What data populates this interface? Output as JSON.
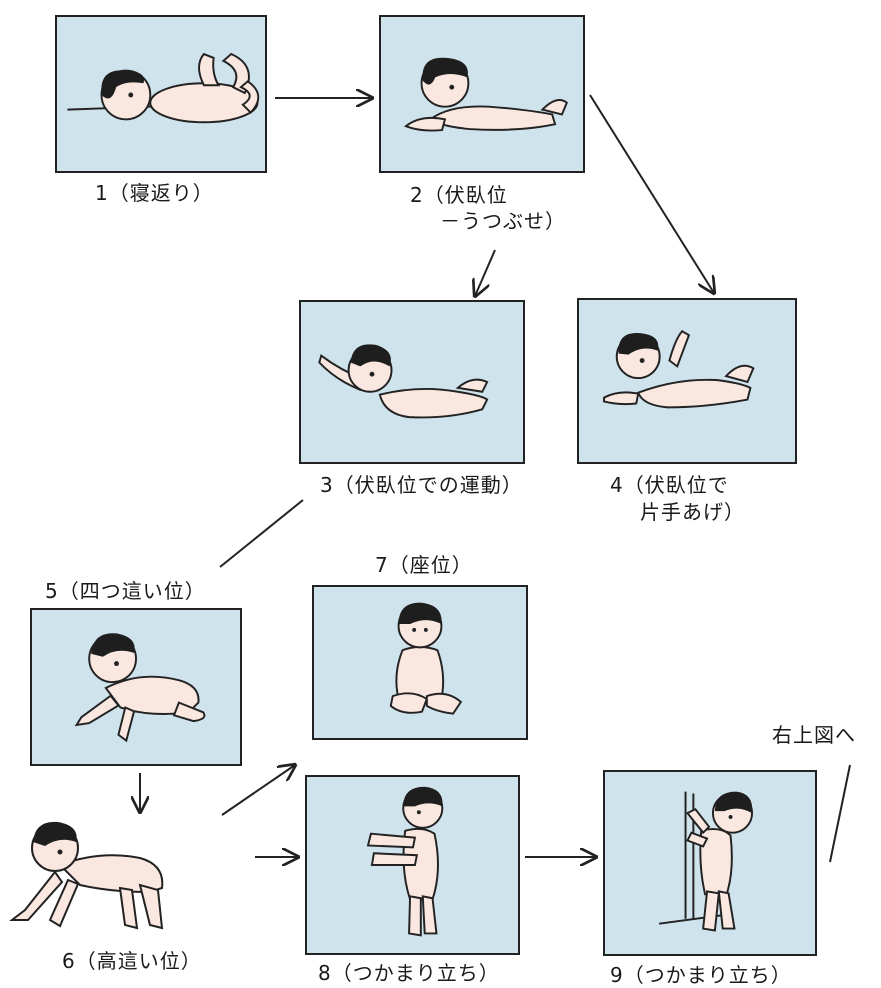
{
  "stages": [
    {
      "id": 1,
      "caption": "1（寝返り）",
      "pose": "rolling"
    },
    {
      "id": 2,
      "caption_line1": "2（伏臥位",
      "caption_line2": "－うつぶせ）",
      "pose": "prone"
    },
    {
      "id": 3,
      "caption": "3（伏臥位での運動）",
      "pose": "prone-movement"
    },
    {
      "id": 4,
      "caption_line1": "4（伏臥位で",
      "caption_line2": "片手あげ）",
      "pose": "one-hand-raised"
    },
    {
      "id": 5,
      "caption": "5（四つ這い位）",
      "pose": "crawling"
    },
    {
      "id": 6,
      "caption": "6（高這い位）",
      "pose": "high-crawl"
    },
    {
      "id": 7,
      "caption": "7（座位）",
      "pose": "sitting"
    },
    {
      "id": 8,
      "caption": "8（つかまり立ち）",
      "pose": "standing-holding-hands"
    },
    {
      "id": 9,
      "caption": "9（つかまり立ち）",
      "pose": "standing-holding-bars"
    }
  ],
  "note": "右上図へ",
  "colors": {
    "panel": "#cfe3ec",
    "line": "#222222",
    "skin": "#fae8e0"
  }
}
